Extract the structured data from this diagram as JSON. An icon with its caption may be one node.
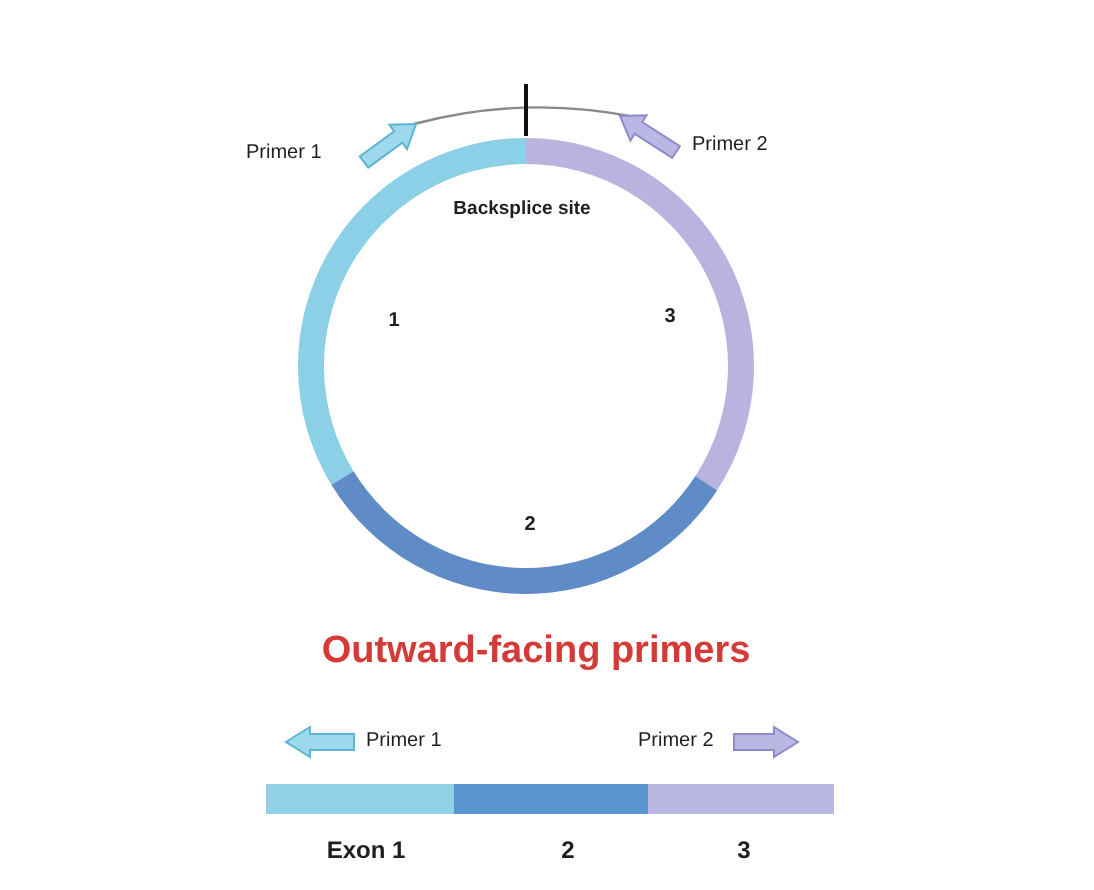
{
  "diagram": {
    "title": "Outward-facing primers",
    "nodes": [
      {
        "text": [
          "1"
        ]
      },
      {
        "text": [
          "3"
        ]
      },
      {
        "text": [
          "2"
        ]
      },
      {
        "text": [
          "Exon 1"
        ]
      },
      {
        "text": [
          "2"
        ]
      },
      {
        "text": [
          "3"
        ]
      }
    ],
    "labels": [
      "Primer 1",
      "Primer 2",
      "Backsplice site",
      "Primer 1",
      "Primer 2"
    ]
  }
}
